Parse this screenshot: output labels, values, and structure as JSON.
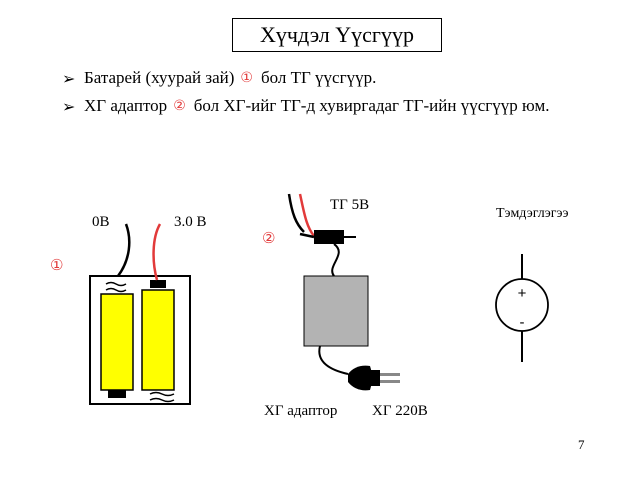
{
  "title": "Хүчдэл Үүсгүүр",
  "bullets": [
    {
      "before": "Батарей (хуурай зай)",
      "marker": "①",
      "after": "бол ТГ үүсгүүр."
    },
    {
      "before": "ХГ адаптор",
      "marker": "②",
      "after": "бол ХГ-ийг ТГ-д хувиргадаг ТГ-ийн үүсгүүр юм."
    }
  ],
  "battery": {
    "marker": "①",
    "neg_label": "0В",
    "pos_label": "3.0 В"
  },
  "adapter": {
    "marker": "②",
    "dc_label": "ТГ 5В",
    "adapter_label": "ХГ адаптор",
    "ac_label": "ХГ 220В"
  },
  "symbol": {
    "label": "Тэмдэглэгээ",
    "plus": "+",
    "minus": "-"
  },
  "page_number": "7",
  "colors": {
    "battery_cell": "#ffff00",
    "adapter_body": "#b3b3b3",
    "wire_red": "#e23a3a",
    "marker": "#e23a3a"
  }
}
